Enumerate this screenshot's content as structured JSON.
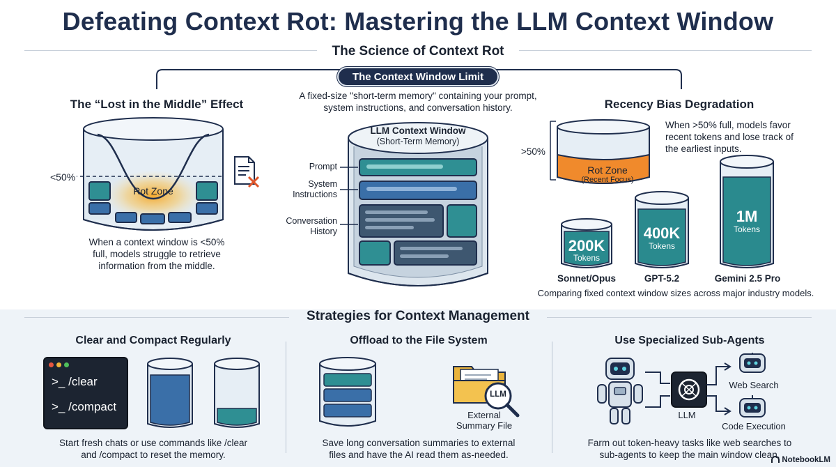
{
  "header": {
    "title": "Defeating Context Rot: Mastering the LLM Context Window",
    "science_title": "The Science of Context Rot",
    "limit_pill": "The Context Window Limit"
  },
  "lost_in_middle": {
    "title": "The “Lost in the Middle” Effect",
    "threshold": "<50%",
    "zone": "Rot Zone",
    "caption_1": "When a context window is <50%",
    "caption_2": "full, models struggle to retrieve",
    "caption_3": "information from the middle."
  },
  "context_window": {
    "desc_1": "A fixed-size \"short-term memory\" containing your prompt,",
    "desc_2": "system instructions, and conversation history.",
    "cylinder_title": "LLM Context Window",
    "cylinder_sub": "(Short-Term Memory)",
    "label_prompt": "Prompt",
    "label_system_1": "System",
    "label_system_2": "Instructions",
    "label_convo_1": "Conversation",
    "label_convo_2": "History"
  },
  "recency": {
    "title": "Recency Bias Degradation",
    "threshold": ">50%",
    "zone": "Rot Zone",
    "zone_sub": "(Recent Focus)",
    "desc_1": "When >50% full, models favor",
    "desc_2": "recent tokens and lose track of",
    "desc_3": "the earliest inputs.",
    "models": [
      {
        "size": "200K",
        "unit": "Tokens",
        "name": "Sonnet/Opus",
        "tokens": 200000
      },
      {
        "size": "400K",
        "unit": "Tokens",
        "name": "GPT-5.2",
        "tokens": 400000
      },
      {
        "size": "1M",
        "unit": "Tokens",
        "name": "Gemini 2.5 Pro",
        "tokens": 1000000
      }
    ],
    "caption": "Comparing fixed context window sizes across major industry models."
  },
  "strategies": {
    "title": "Strategies for Context Management",
    "clear": {
      "title": "Clear and Compact Regularly",
      "cmd_1": ">_ /clear",
      "cmd_2": ">_ /compact",
      "caption_1": "Start fresh chats or use commands like /clear",
      "caption_2": "and /compact to reset the memory."
    },
    "offload": {
      "title": "Offload to the File System",
      "llm_badge": "LLM",
      "file_1": "External",
      "file_2": "Summary File",
      "caption_1": "Save long conversation summaries to external",
      "caption_2": "files and have the AI read them as-needed."
    },
    "subagents": {
      "title": "Use Specialized Sub-Agents",
      "llm": "LLM",
      "web": "Web Search",
      "code": "Code Execution",
      "caption_1": "Farm out token-heavy tasks like web searches to",
      "caption_2": "sub-agents to keep the main window clean."
    }
  },
  "footer": {
    "brand": "NotebookLM"
  },
  "colors": {
    "navy": "#1f2e4d",
    "teal": "#2f8f93",
    "blue": "#3a6fa8",
    "orange": "#f08a2c"
  }
}
